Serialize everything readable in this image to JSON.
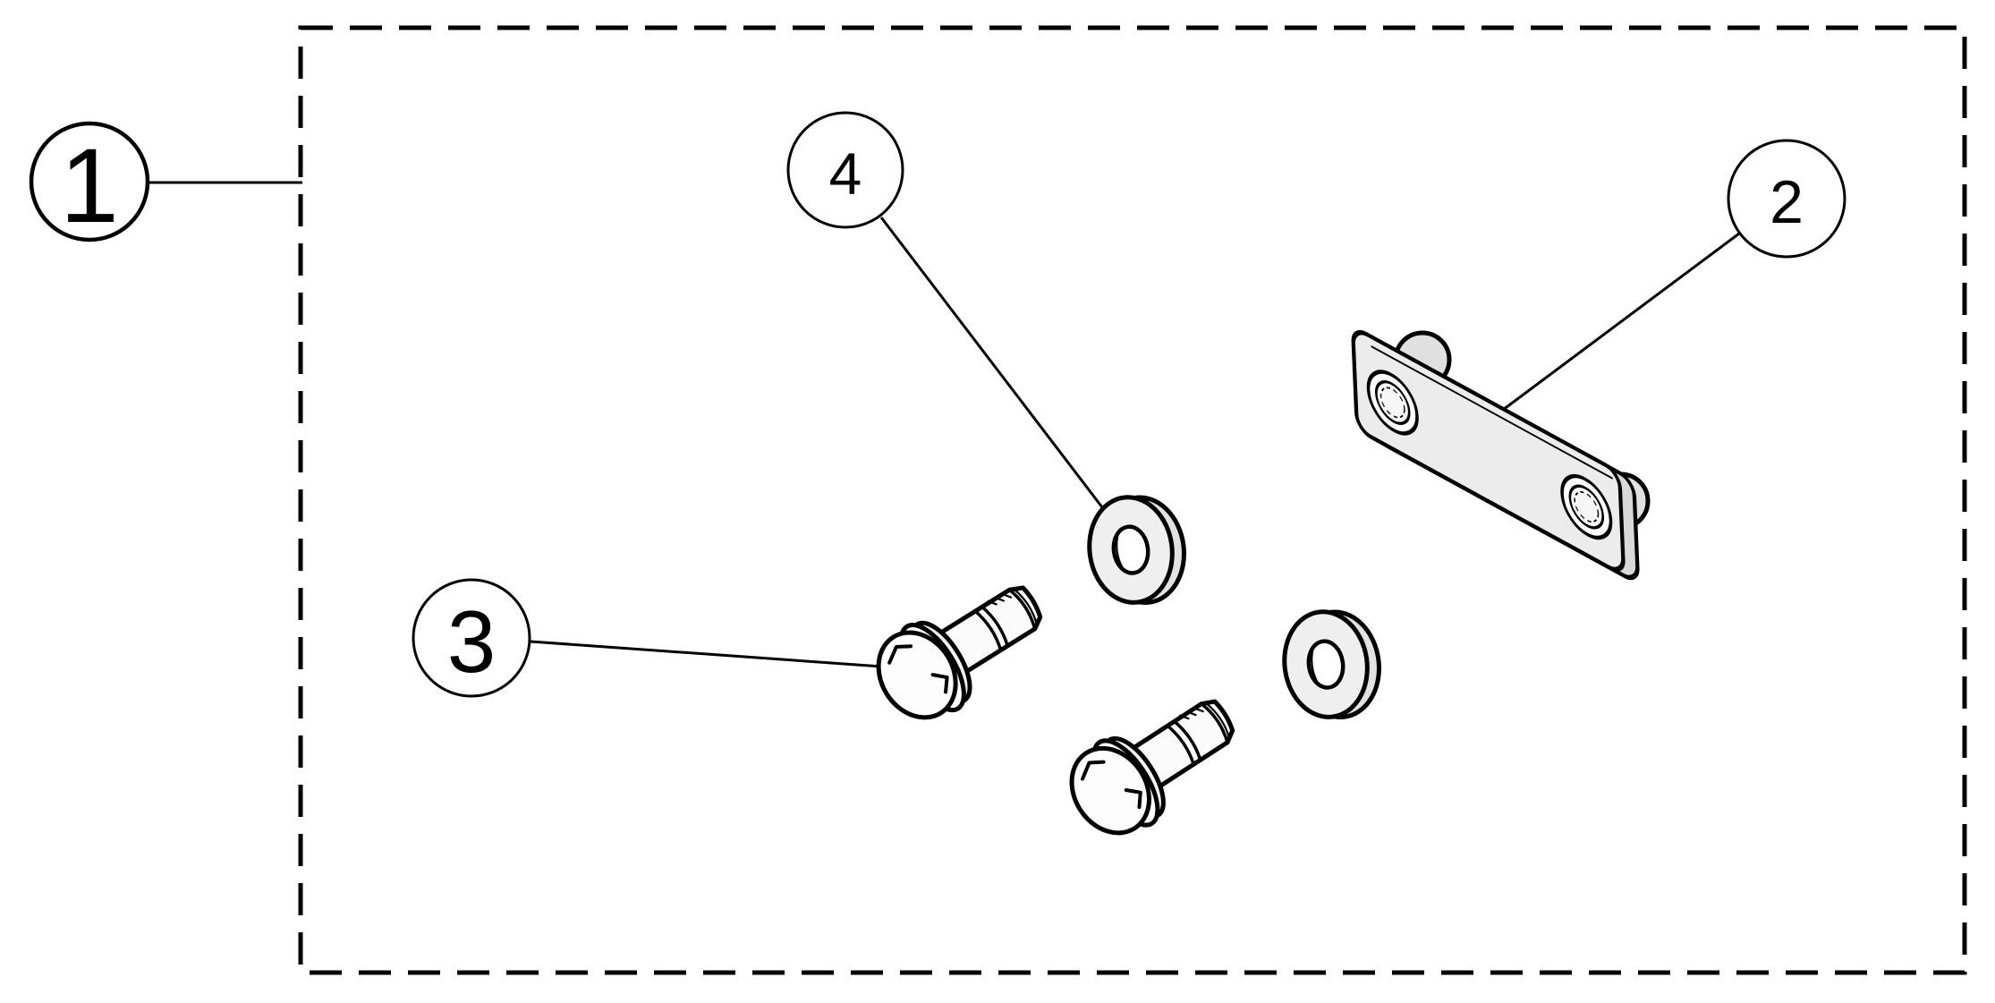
{
  "diagram": {
    "type": "exploded-parts-diagram",
    "background": "#ffffff",
    "outline": "#000000",
    "callouts": {
      "c1": {
        "label": "1",
        "refers_to": "hardware-kit-boundary"
      },
      "c2": {
        "label": "2",
        "refers_to": "backing-plate"
      },
      "c3": {
        "label": "3",
        "refers_to": "hex-flange-bolt"
      },
      "c4": {
        "label": "4",
        "refers_to": "flat-washer"
      }
    },
    "parts": {
      "backing_plate": {
        "callout": "2",
        "quantity": 1
      },
      "hex_flange_bolt": {
        "callout": "3",
        "quantity": 2
      },
      "flat_washer": {
        "callout": "4",
        "quantity": 2
      }
    },
    "colors": {
      "white": "#ffffff",
      "part_face": "#ececec",
      "part_side": "#d8d8d8",
      "part_bright": "#fbfbfb",
      "washer_face": "#efefef",
      "washer_side": "#e2e2e2",
      "boss_fill": "#e0e0e0",
      "flange_back": "#f3f3f3",
      "hex_face": "#fdfdfd",
      "hole_inner": "#f7f7f7"
    }
  }
}
